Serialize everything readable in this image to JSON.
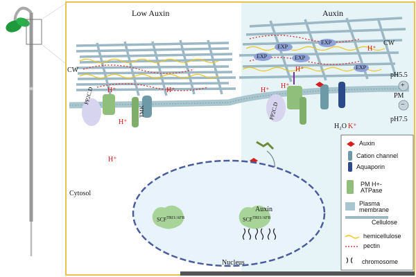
{
  "panels": {
    "low_auxin": "Low Auxin",
    "auxin": "Auxin"
  },
  "labels": {
    "cw_left": "CW",
    "cw_right": "CW",
    "pp2cd_left": "PP2C.D",
    "pp2cd_right": "PP2C.D",
    "tmk": "TMK",
    "cytosol": "Cytosol",
    "nucleus": "Nucleus",
    "scf_left_main": "SCF",
    "scf_left_sup": "TRI1/AFB",
    "scf_right_main": "SCF",
    "scf_right_sup": "TRI1/AFB",
    "auxin_nucleus": "Auxin",
    "water": "H₂O",
    "k_plus": "K⁺",
    "exp": [
      "EXP",
      "EXP",
      "EXP",
      "EXP",
      "EXP"
    ],
    "h_plus": "H⁺",
    "pm": "PM",
    "ph_high": "pH5.5",
    "ph_low": "pH7.5",
    "plus": "+",
    "minus": "−"
  },
  "legend": {
    "items": [
      {
        "label": "Auxin"
      },
      {
        "label": "Cation channel"
      },
      {
        "label": "Aquaporin"
      },
      {
        "label": "PM H+-\nATPase"
      },
      {
        "label": "Plasma\nmembrane"
      },
      {
        "label": "Cellulose"
      },
      {
        "label": "hemicellulose"
      },
      {
        "label": "pectin"
      },
      {
        "label": "chromosome"
      }
    ]
  },
  "colors": {
    "frame": "#e8c24a",
    "right_bg": "#e6f3f7",
    "cellulose": "#9bb8c4",
    "hemicellulose": "#f0c419",
    "pectin": "#d63a3a",
    "membrane": "#a9c6cf",
    "protein": "#8fbf7a",
    "nucleus": "#e9f3fb",
    "nucleus_border": "#4a5c9a",
    "scf": "#a8d49a",
    "exp": "#8fa3d8",
    "auxin": "#d42020"
  }
}
